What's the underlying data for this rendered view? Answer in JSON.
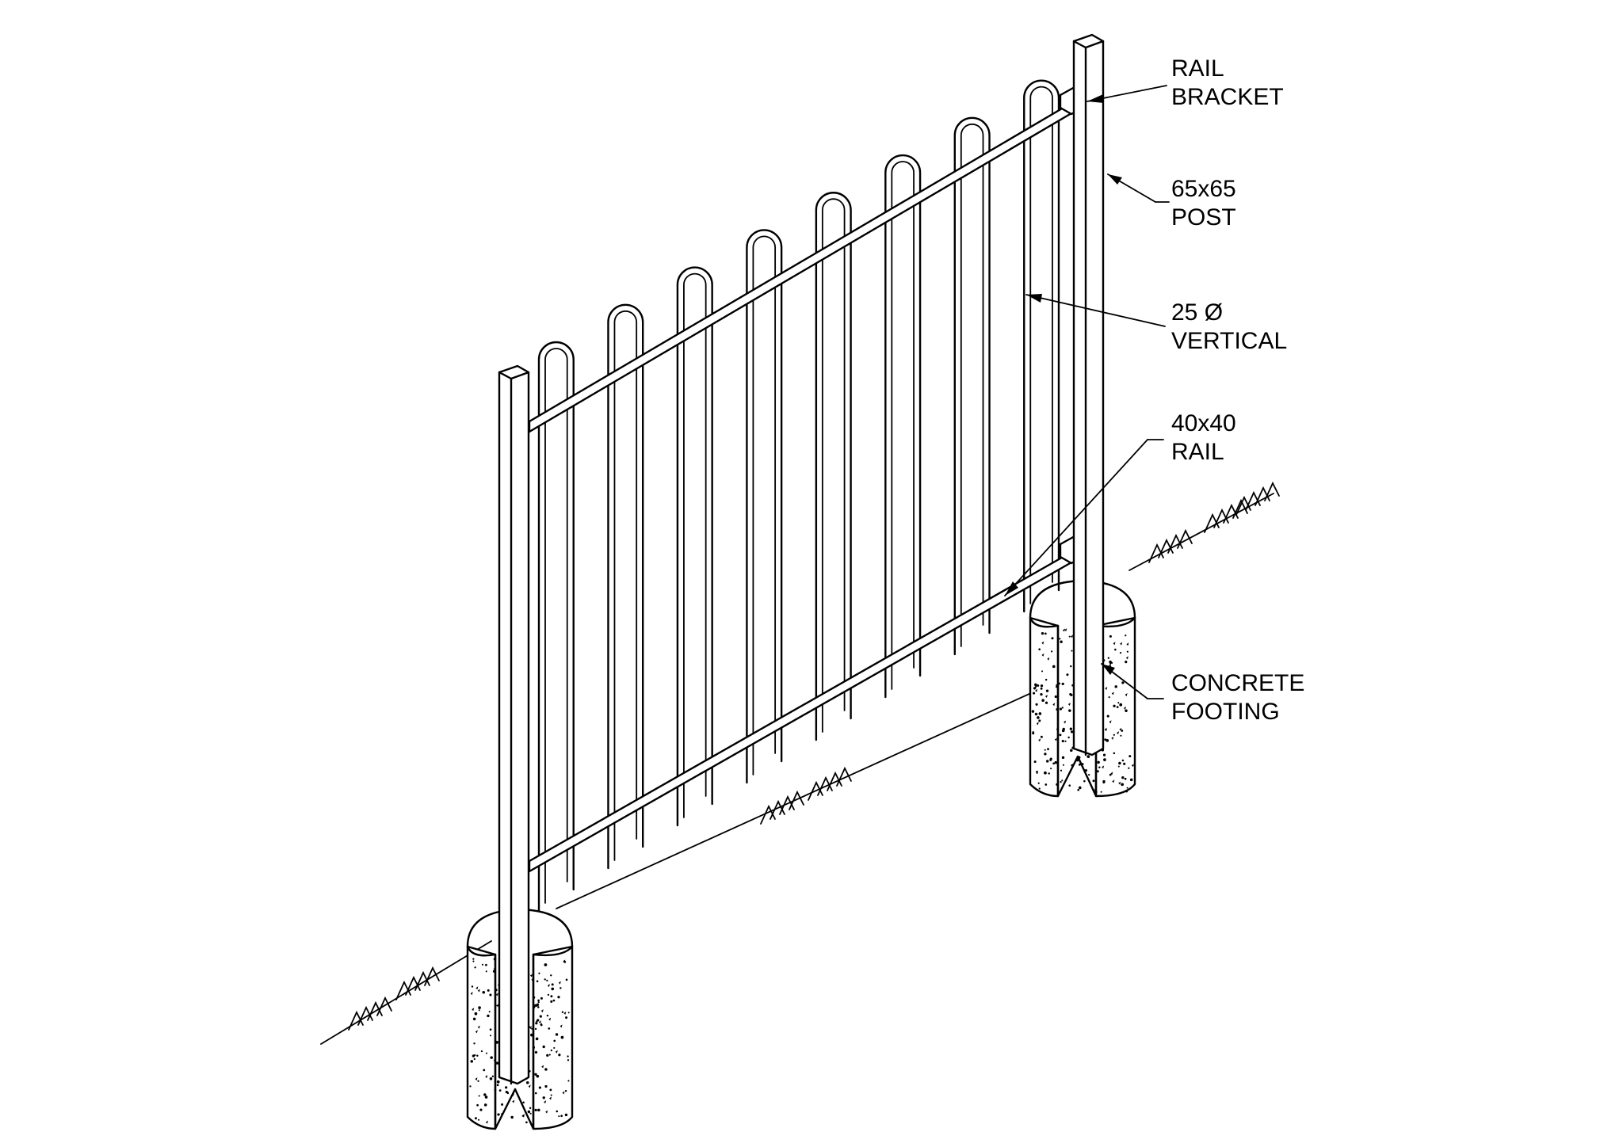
{
  "labels": {
    "rail_bracket": [
      "RAIL",
      "BRACKET"
    ],
    "post": [
      "65x65",
      "POST"
    ],
    "vertical": [
      "25 Ø",
      "VERTICAL"
    ],
    "rail": [
      "40x40",
      "RAIL"
    ],
    "footing": [
      "CONCRETE",
      "FOOTING"
    ]
  },
  "picket_count": 16,
  "colors": {
    "ink": "#000000",
    "paper": "#ffffff"
  }
}
